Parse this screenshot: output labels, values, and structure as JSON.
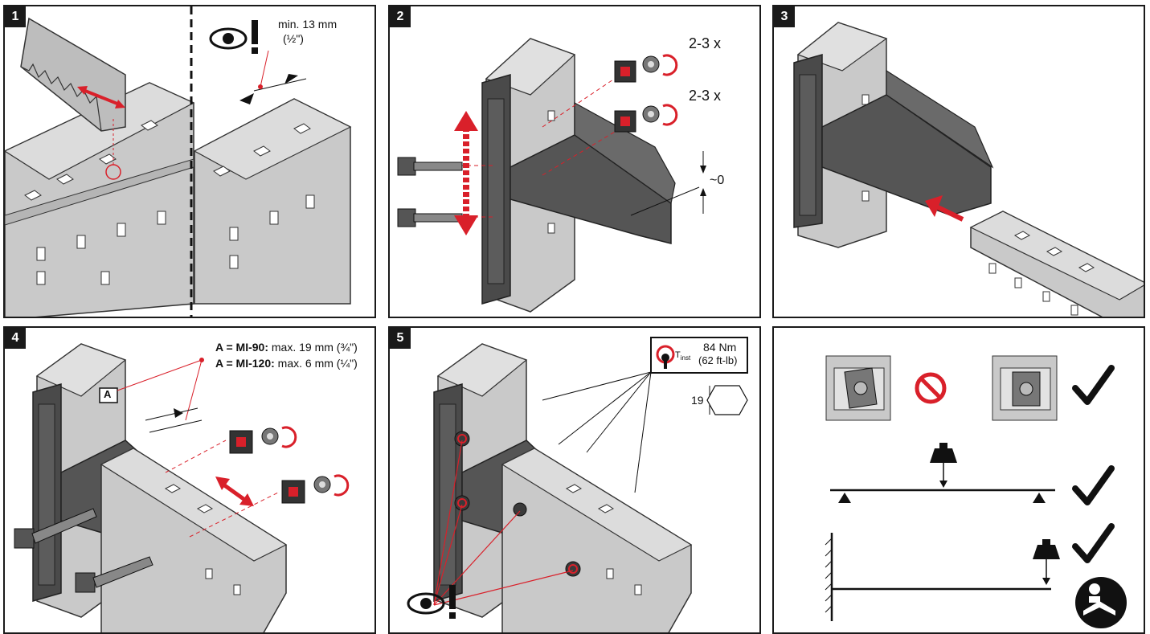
{
  "panels": [
    {
      "number": "1",
      "labels": {
        "min_length": "min. 13 mm",
        "min_length_in": "(½\")"
      }
    },
    {
      "number": "2",
      "labels": {
        "repeat_top": "2-3 x",
        "repeat_bottom": "2-3 x",
        "gap": "~0"
      }
    },
    {
      "number": "3"
    },
    {
      "number": "4",
      "labels": {
        "marker": "A",
        "mi90_key": "A = MI-90:",
        "mi90_value": "max. 19 mm (¾\")",
        "mi120_key": "A = MI-120:",
        "mi120_value": "max. 6 mm (¼\")"
      }
    },
    {
      "number": "5",
      "labels": {
        "torque_symbol": "T",
        "torque_sub": "inst",
        "torque_nm": "84 Nm",
        "torque_ftlb": "(62 ft-lb)",
        "wrench_size": "19"
      }
    },
    {
      "number": ""
    }
  ],
  "colors": {
    "accent_red": "#d9202a",
    "metal_grey": "#c9c9c9",
    "bracket_dark": "#4a4a4a",
    "frame": "#1a1a1a"
  },
  "icons": [
    "saw-icon",
    "eye-icon",
    "exclamation-icon",
    "rotate-arrow-icon",
    "no-entry-icon",
    "checkmark-icon",
    "weight-icon",
    "support-triangle-icon",
    "read-manual-icon",
    "wrench-icon",
    "hex-nut-icon"
  ]
}
